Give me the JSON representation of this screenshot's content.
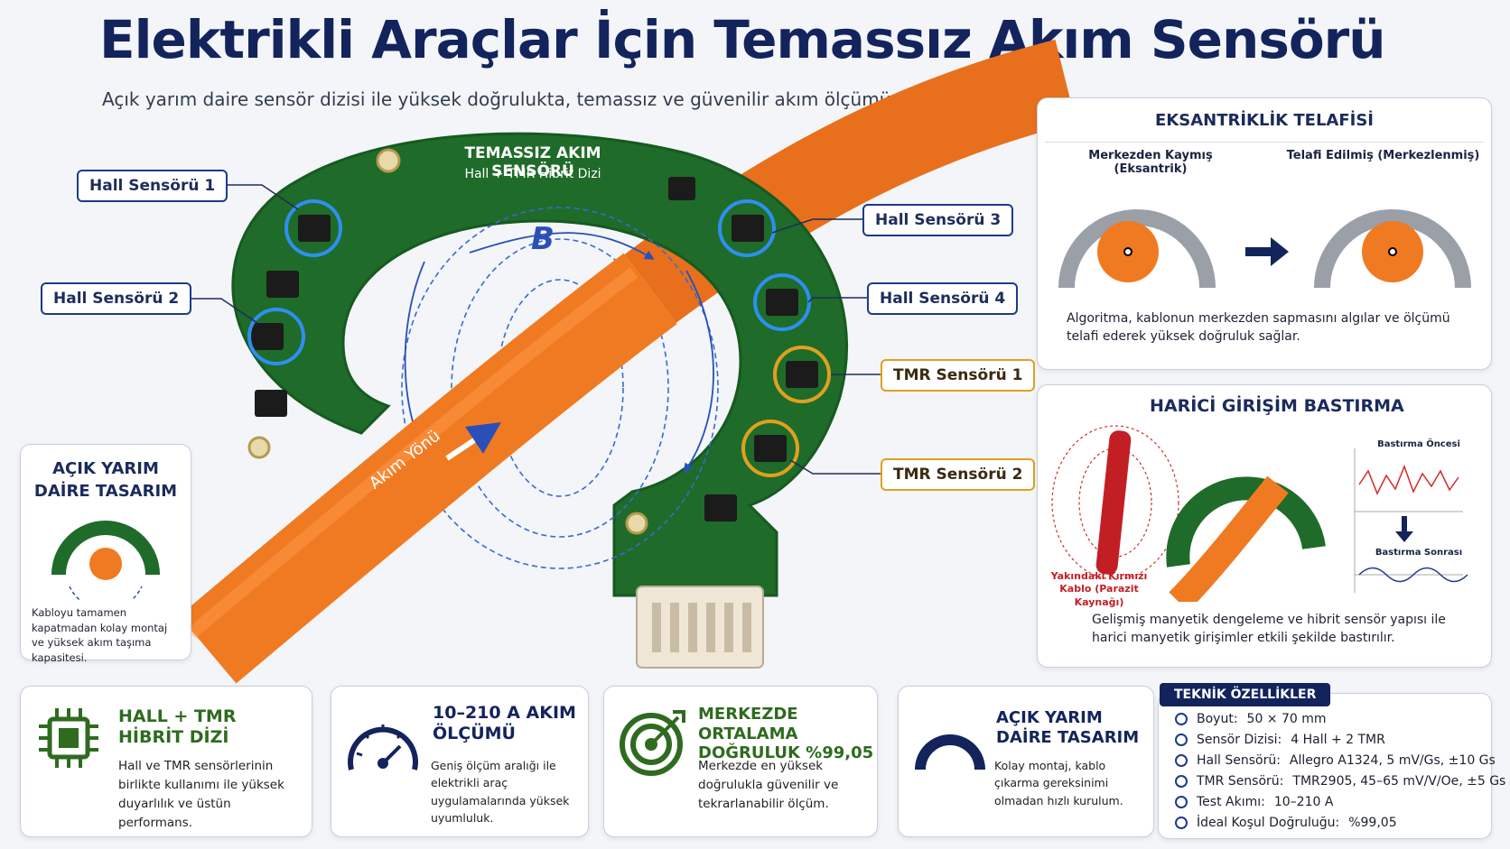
{
  "header": {
    "title": "Elektrikli Araçlar İçin Temassız Akım Sensörü",
    "subtitle": "Açık yarım daire sensör dizisi ile yüksek doğrulukta, temassız ve güvenilir akım ölçümü"
  },
  "pcb": {
    "title": "TEMASSIZ AKIM SENSÖRÜ",
    "subtitle": "Hall + TMR Hibrit Dizi",
    "field_symbol": "B",
    "current_direction": "Akım Yönü"
  },
  "labels": {
    "hall1": "Hall Sensörü 1",
    "hall2": "Hall Sensörü 2",
    "hall3": "Hall Sensörü 3",
    "hall4": "Hall Sensörü 4",
    "tmr1": "TMR Sensörü 1",
    "tmr2": "TMR Sensörü 2"
  },
  "open_design_card": {
    "title": "AÇIK YARIM DAİRE TASARIM",
    "text": "Kabloyu tamamen kapatmadan kolay montaj ve yüksek akım taşıma kapasitesi."
  },
  "eccentric_card": {
    "title": "EKSANTRİKLİK TELAFİSİ",
    "left_label": "Merkezden Kaymış (Eksantrik)",
    "right_label": "Telafi Edilmiş (Merkezlenmiş)",
    "text": "Algoritma, kablonun merkezden sapmasını algılar ve ölçümü telafi ederek yüksek doğruluk sağlar."
  },
  "interference_card": {
    "title": "HARİCİ GİRİŞİM BASTIRMA",
    "source_label": "Yakındaki Kırmızı Kablo (Parazit Kaynağı)",
    "before_label": "Bastırma Öncesi",
    "after_label": "Bastırma Sonrası",
    "text": "Gelişmiş manyetik dengeleme ve hibrit sensör yapısı ile harici manyetik girişimler etkili şekilde bastırılır."
  },
  "features": [
    {
      "title": "HALL + TMR HİBRİT DİZİ",
      "text": "Hall ve TMR sensörlerinin birlikte kullanımı ile yüksek duyarlılık ve üstün performans.",
      "color": "#2e6b1f"
    },
    {
      "title": "10–210 A AKIM ÖLÇÜMÜ",
      "text": "Geniş ölçüm aralığı ile elektrikli araç uygulamalarında yüksek uyumluluk.",
      "color": "#13245c"
    },
    {
      "title": "MERKEZDE ORTALAMA DOĞRULUK %99,05",
      "text": "Merkezde en yüksek doğrulukla güvenilir ve tekrarlanabilir ölçüm.",
      "color": "#2e6b1f"
    },
    {
      "title": "AÇIK YARIM DAİRE TASARIM",
      "text": "Kolay montaj, kablo çıkarma gereksinimi olmadan hızlı kurulum.",
      "color": "#13245c"
    }
  ],
  "specs": {
    "header": "TEKNİK ÖZELLİKLER",
    "rows": [
      {
        "label": "Boyut:",
        "value": "50 × 70 mm"
      },
      {
        "label": "Sensör Dizisi:",
        "value": "4 Hall + 2 TMR"
      },
      {
        "label": "Hall Sensörü:",
        "value": "Allegro A1324, 5 mV/Gs, ±10 Gs"
      },
      {
        "label": "TMR Sensörü:",
        "value": "TMR2905, 45–65 mV/V/Oe, ±5 Gs"
      },
      {
        "label": "Test Akımı:",
        "value": "10–210 A"
      },
      {
        "label": "İdeal Koşul Doğruluğu:",
        "value": "%99,05"
      }
    ]
  },
  "colors": {
    "pcb_green": "#1f6b2a",
    "cable_orange": "#f07a22",
    "navy": "#13245c",
    "hall_ring": "#2f8ff0",
    "tmr_ring": "#e0a020"
  }
}
